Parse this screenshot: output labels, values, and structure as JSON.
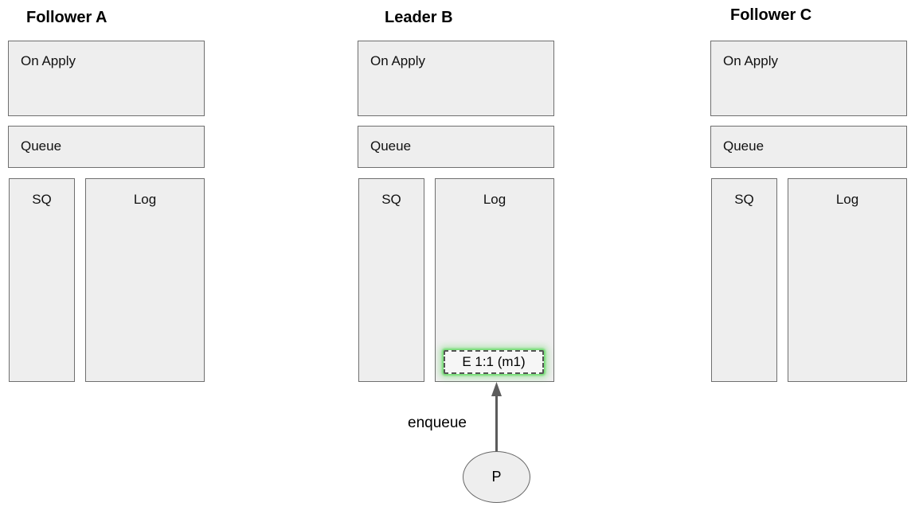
{
  "diagram": {
    "nodes": [
      {
        "title": "Follower A",
        "on_apply": "On Apply",
        "queue": "Queue",
        "sq": "SQ",
        "log": "Log"
      },
      {
        "title": "Leader B",
        "on_apply": "On Apply",
        "queue": "Queue",
        "sq": "SQ",
        "log": "Log",
        "log_entry": "E 1:1 (m1)"
      },
      {
        "title": "Follower C",
        "on_apply": "On Apply",
        "queue": "Queue",
        "sq": "SQ",
        "log": "Log"
      }
    ],
    "edge": {
      "label": "enqueue"
    },
    "producer": {
      "label": "P"
    },
    "colors": {
      "box_fill": "#eeeeee",
      "box_border": "#6f6f6f",
      "entry_fill": "#f6f6f6",
      "entry_border": "#555555",
      "entry_glow": "#6edc6e",
      "arrow": "#5c5c5c",
      "text": "#111111"
    }
  }
}
